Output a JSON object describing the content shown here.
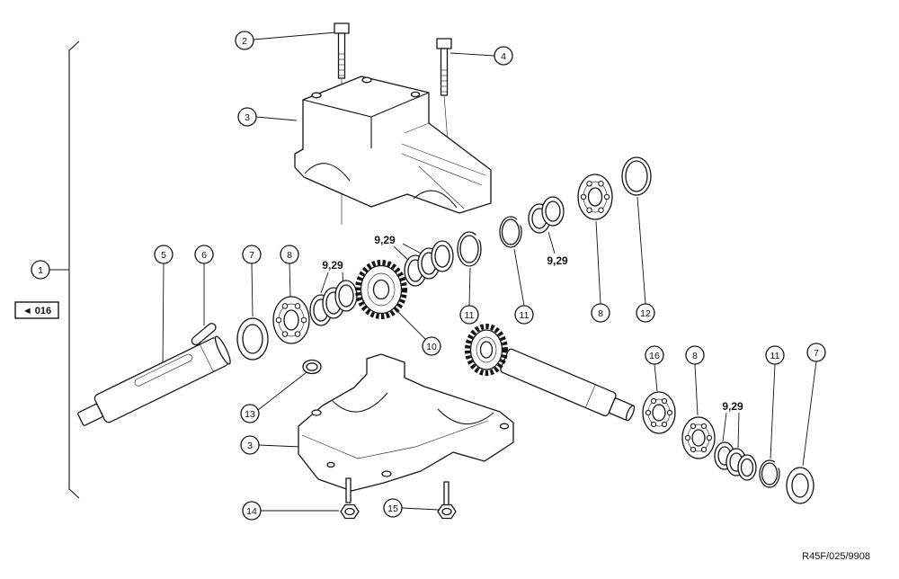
{
  "drawing": {
    "number": "R45F/025/9908",
    "reference_tag": "◄ 016"
  },
  "callouts": {
    "c1": "1",
    "c2": "2",
    "c3_upper": "3",
    "c3_lower": "3",
    "c4": "4",
    "c5": "5",
    "c6": "6",
    "c7_left": "7",
    "c7_right": "7",
    "c8_left": "8",
    "c8_mid": "8",
    "c8_right": "8",
    "c10": "10",
    "c11_a": "11",
    "c11_b": "11",
    "c11_c": "11",
    "c12": "12",
    "c13": "13",
    "c14": "14",
    "c15": "15",
    "c16": "16"
  },
  "labels": {
    "shim_left": "9,29",
    "shim_mid": "9,29",
    "shim_right": "9,29",
    "shim_bottom": "9,29"
  }
}
